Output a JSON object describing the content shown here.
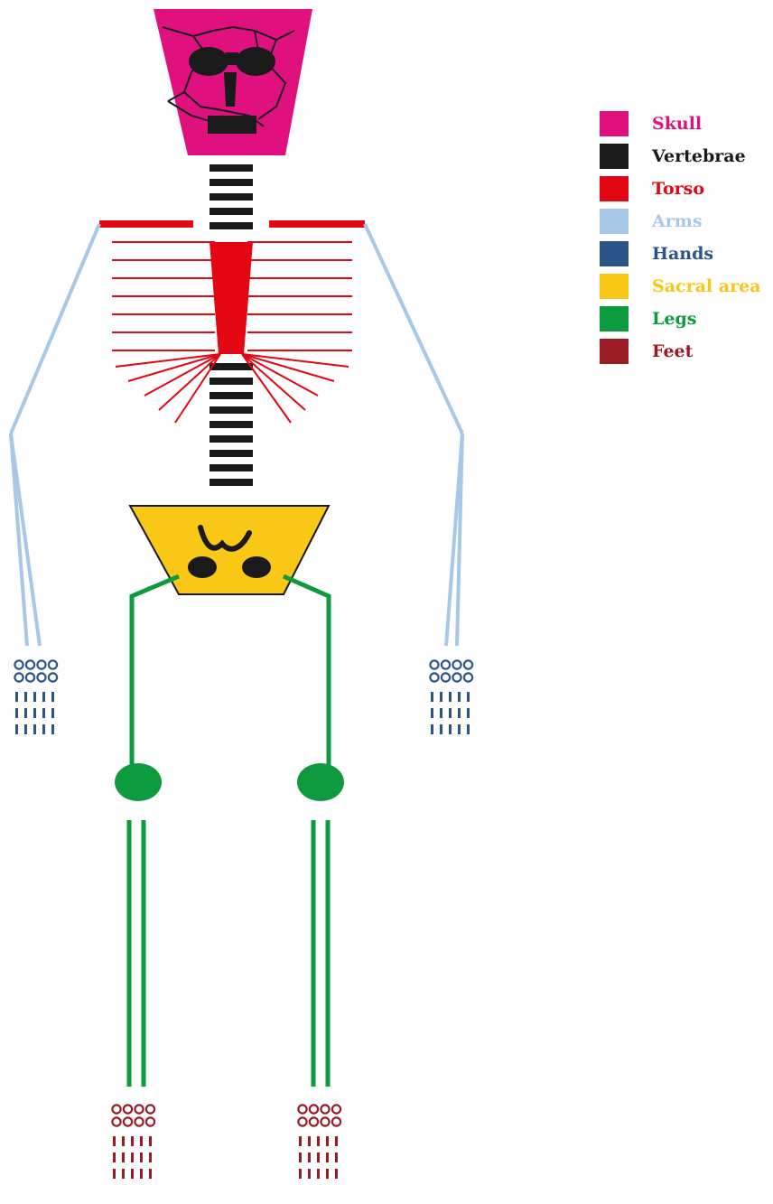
{
  "legend": {
    "items": [
      {
        "key": "skull",
        "label": "Skull",
        "color": "#e0117f"
      },
      {
        "key": "vertebrae",
        "label": "Vertebrae",
        "color": "#1a1a1a"
      },
      {
        "key": "torso",
        "label": "Torso",
        "color": "#e30613"
      },
      {
        "key": "arms",
        "label": "Arms",
        "color": "#a8c8e8"
      },
      {
        "key": "hands",
        "label": "Hands",
        "color": "#2b5589"
      },
      {
        "key": "sacral",
        "label": "Sacral area",
        "color": "#f9c715"
      },
      {
        "key": "legs",
        "label": "Legs",
        "color": "#0e9a3e"
      },
      {
        "key": "feet",
        "label": "Feet",
        "color": "#9b1b24"
      }
    ]
  }
}
